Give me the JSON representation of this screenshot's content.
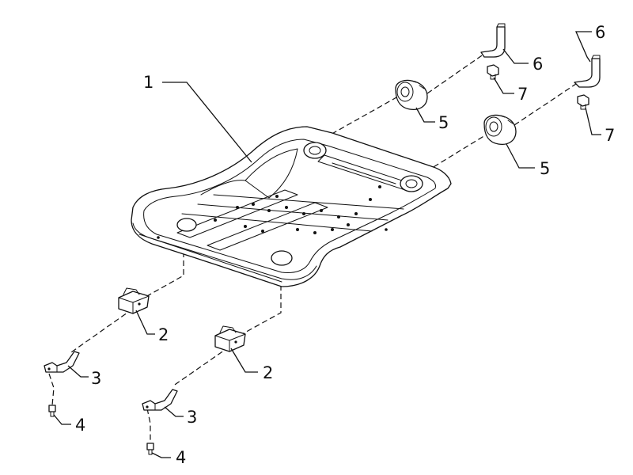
{
  "callouts": {
    "frame": "1",
    "bracket_left": "2",
    "bracket_right": "2",
    "strap_left": "3",
    "strap_right": "3",
    "fastener_left": "4",
    "fastener_right": "4",
    "bushing_left": "5",
    "bushing_right": "5",
    "clip_left": "6",
    "clip_right": "6",
    "nut_left": "7",
    "nut_right": "7"
  },
  "colors": {
    "line": "#111111",
    "background": "#ffffff"
  }
}
